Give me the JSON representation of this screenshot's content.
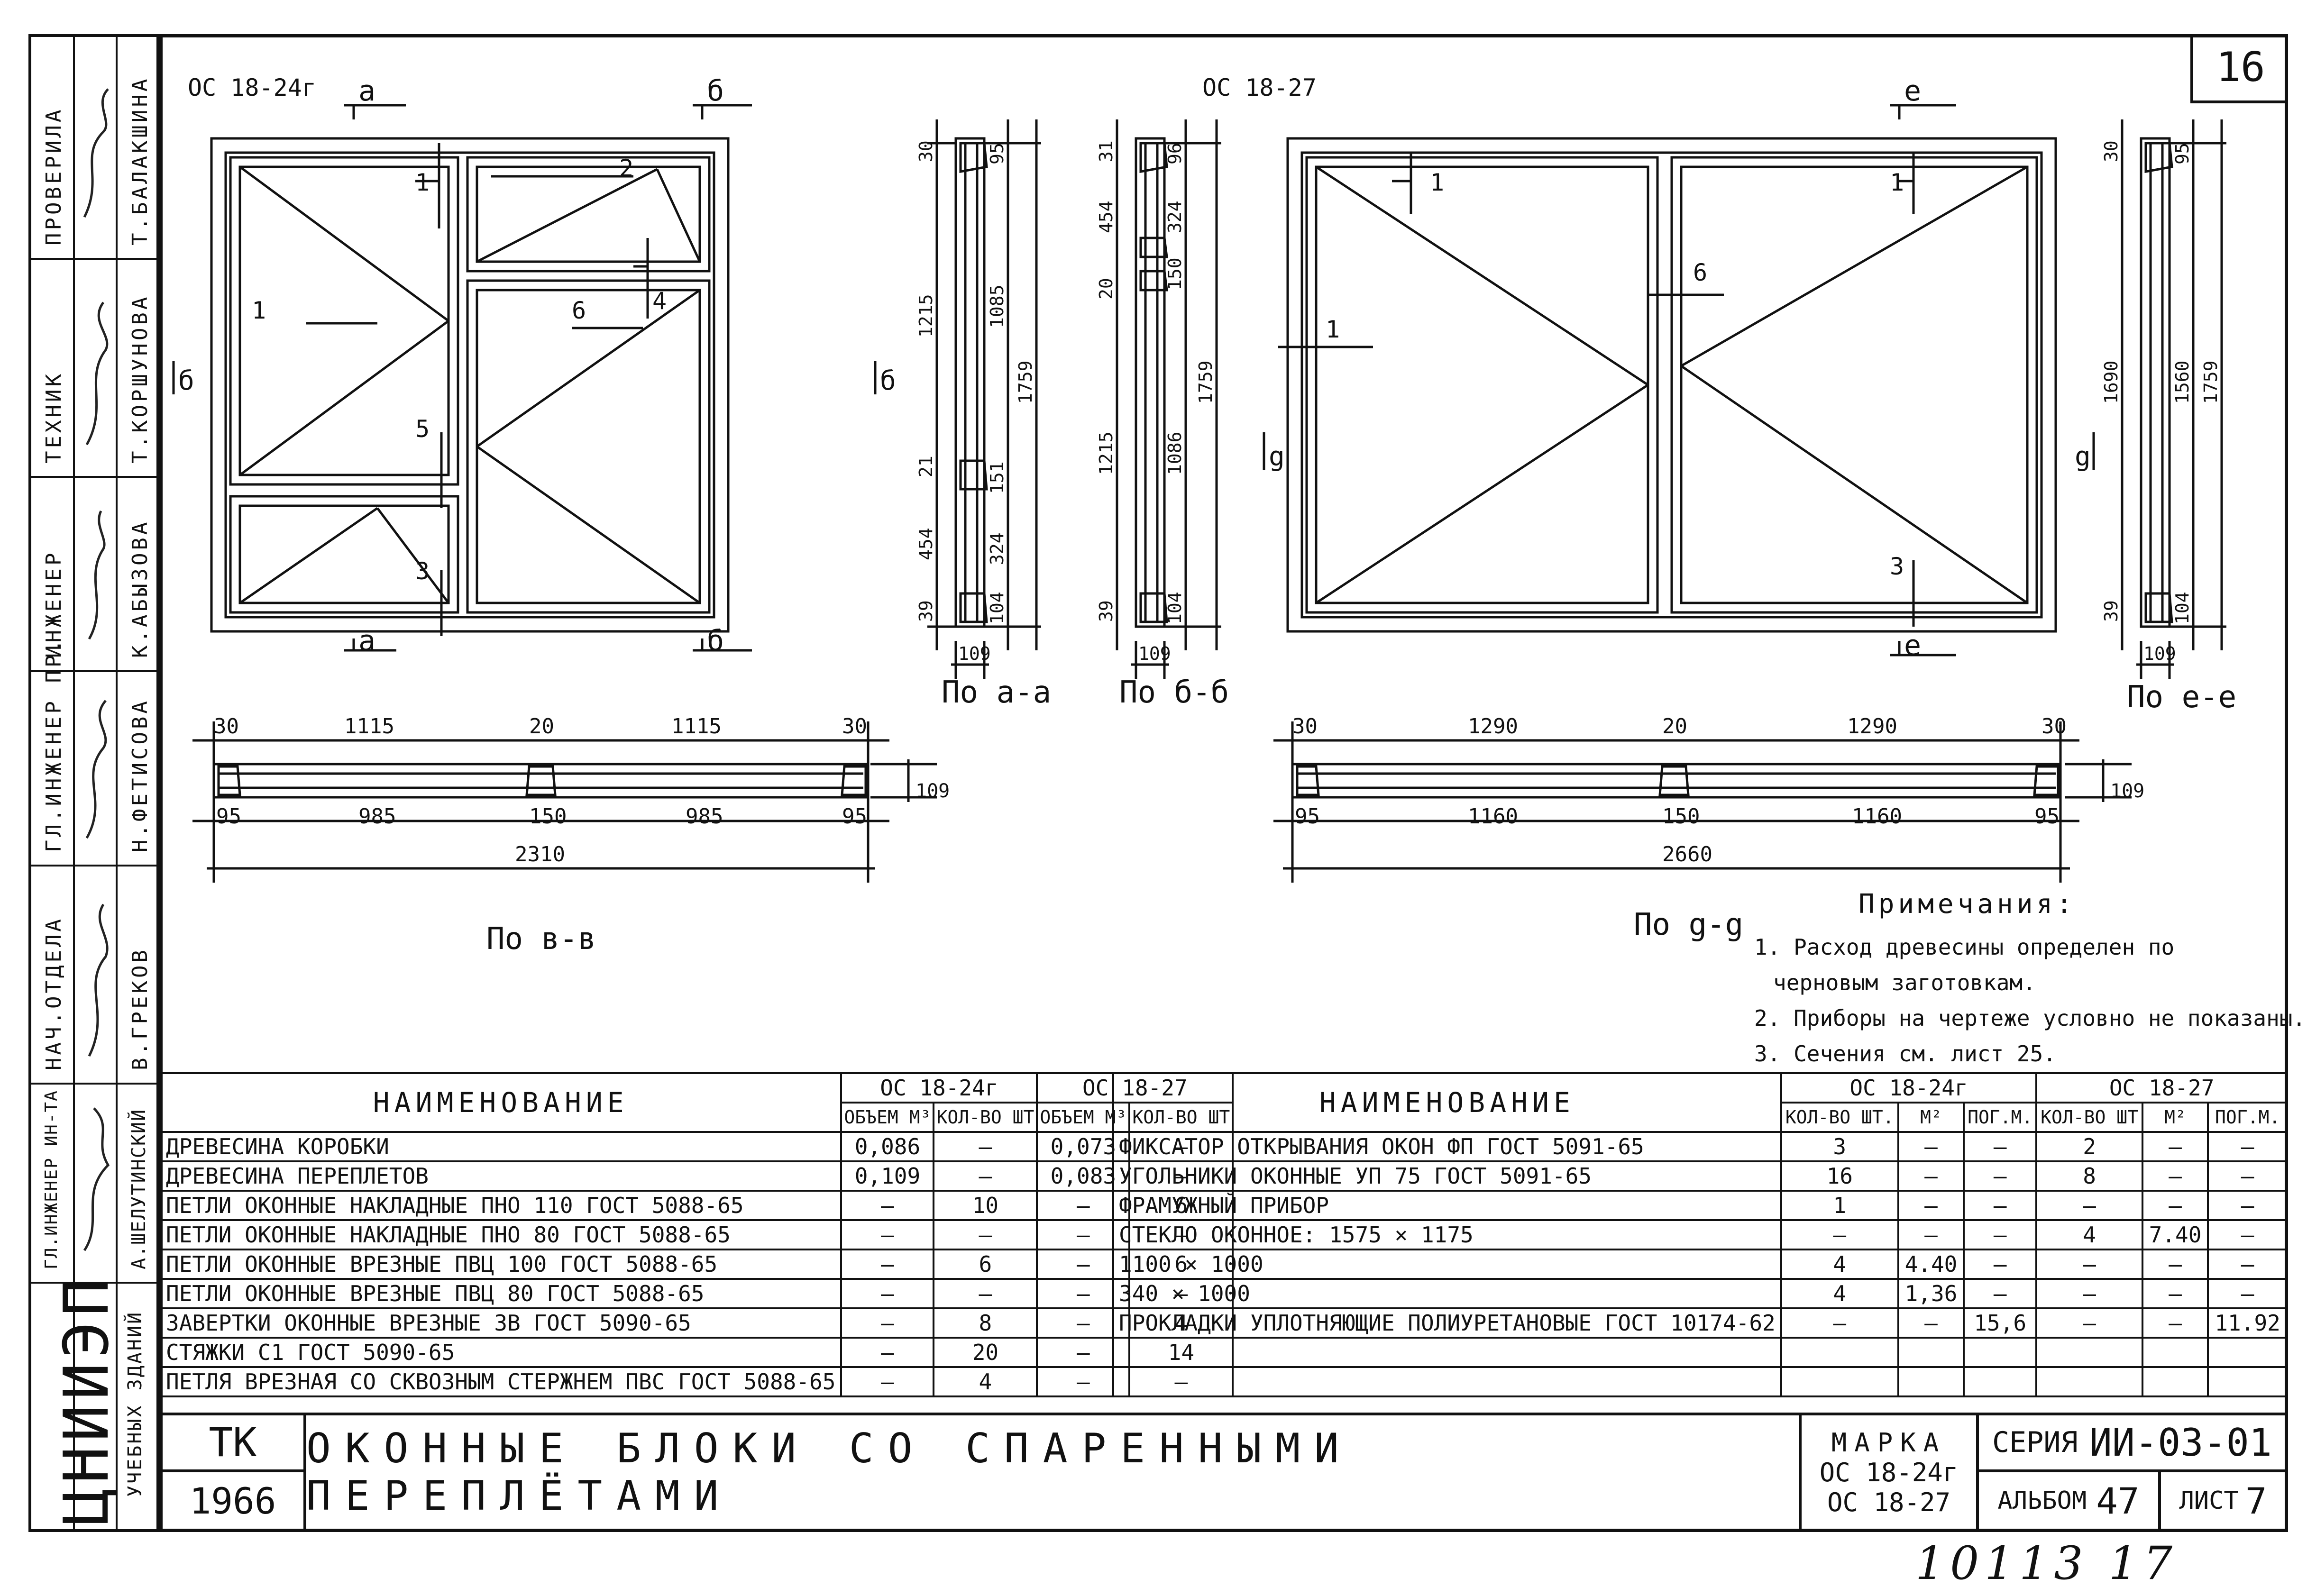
{
  "sheet_number": "16",
  "handwritten_number": "10113 17",
  "stamp": {
    "rows": [
      {
        "role": "ПРОВЕРИЛА",
        "name": "Т.БАЛАКШИНА"
      },
      {
        "role": "ТЕХНИК",
        "name": "Т.КОРШУНОВА"
      },
      {
        "role": "ИНЖЕНЕР",
        "name": "К.АБЫЗОВА"
      },
      {
        "role": "ГЛ.ИНЖЕНЕР ПР.",
        "name": "Н.ФЕТИСОВА"
      },
      {
        "role": "НАЧ.ОТДЕЛА",
        "name": "В.ГРЕКОВ"
      },
      {
        "role": "ГЛ.ИНЖЕНЕР ИН-ТА",
        "name": "А.ШЕЛУТИНСКИЙ"
      }
    ],
    "org": "ЦНИИЭП",
    "org_sub": "УЧЕБНЫХ ЗДАНИЙ"
  },
  "drawings": {
    "left_title": "ОС 18-24г",
    "right_title": "ОС 18-27",
    "sec_aa": "По а-а",
    "sec_bb": "По б-б",
    "sec_vv": "По в-в",
    "sec_gg": "По g-g",
    "sec_ee": "По е-е",
    "cut_a": "а",
    "cut_b": "б",
    "cut_e": "е",
    "cut_g": "g",
    "num": [
      "1",
      "2",
      "3",
      "4",
      "5",
      "6"
    ],
    "left_plan_dims": {
      "top": [
        "30",
        "1115",
        "20",
        "1115",
        "30"
      ],
      "bottom": [
        "95",
        "985",
        "150",
        "985",
        "95"
      ],
      "total": "2310",
      "depth": "109"
    },
    "right_plan_dims": {
      "top": [
        "30",
        "1290",
        "20",
        "1290",
        "30"
      ],
      "bottom": [
        "95",
        "1160",
        "150",
        "1160",
        "95"
      ],
      "total": "2660",
      "depth": "109"
    },
    "aa_dims": [
      "30",
      "1215",
      "21",
      "454",
      "39",
      "95",
      "1085",
      "1759",
      "151",
      "324",
      "104",
      "109"
    ],
    "bb_dims": [
      "31",
      "454",
      "20",
      "1215",
      "39",
      "96",
      "324",
      "150",
      "1086",
      "1759",
      "104",
      "109"
    ],
    "ee_dims": [
      "30",
      "1690",
      "39",
      "95",
      "1560",
      "1759",
      "104",
      "109"
    ]
  },
  "notes": {
    "title": "Примечания:",
    "items": [
      "1. Расход древесины определен по",
      "черновым заготовкам.",
      "2. Приборы на чертеже условно не показаны.",
      "3. Сечения см. лист 25."
    ]
  },
  "table_left": {
    "head": "НАИМЕНОВАНИЕ",
    "g1": "ОС 18-24г",
    "g2": "ОС 18-27",
    "sub": [
      "ОБЪЕМ М³",
      "КОЛ-ВО ШТ",
      "ОБЪЕМ М³",
      "КОЛ-ВО ШТ"
    ],
    "rows": [
      [
        "ДРЕВЕСИНА КОРОБКИ",
        "0,086",
        "—",
        "0,073",
        "—"
      ],
      [
        "ДРЕВЕСИНА ПЕРЕПЛЕТОВ",
        "0,109",
        "—",
        "0,083",
        "—"
      ],
      [
        "ПЕТЛИ ОКОННЫЕ НАКЛАДНЫЕ ПНО 110 ГОСТ 5088-65",
        "—",
        "10",
        "—",
        "6"
      ],
      [
        "ПЕТЛИ ОКОННЫЕ НАКЛАДНЫЕ ПНО 80 ГОСТ 5088-65",
        "—",
        "—",
        "—",
        "—"
      ],
      [
        "ПЕТЛИ ОКОННЫЕ ВРЕЗНЫЕ   ПВЦ 100 ГОСТ 5088-65",
        "—",
        "6",
        "—",
        "6"
      ],
      [
        "ПЕТЛИ ОКОННЫЕ ВРЕЗНЫЕ   ПВЦ 80 ГОСТ 5088-65",
        "—",
        "—",
        "—",
        "—"
      ],
      [
        "ЗАВЕРТКИ ОКОННЫЕ ВРЕЗНЫЕ ЗВ   ГОСТ 5090-65",
        "—",
        "8",
        "—",
        "4"
      ],
      [
        "СТЯЖКИ                  С1   ГОСТ 5090-65",
        "—",
        "20",
        "—",
        "14"
      ],
      [
        "ПЕТЛЯ ВРЕЗНАЯ СО СКВОЗНЫМ СТЕРЖНЕМ ПВС ГОСТ 5088-65",
        "—",
        "4",
        "—",
        "—"
      ]
    ]
  },
  "table_right": {
    "head": "НАИМЕНОВАНИЕ",
    "g1": "ОС 18-24г",
    "g2": "ОС 18-27",
    "sub": [
      "КОЛ-ВО ШТ.",
      "М²",
      "ПОГ.М.",
      "КОЛ-ВО ШТ",
      "М²",
      "ПОГ.М."
    ],
    "rows": [
      [
        "ФИКСАТОР ОТКРЫВАНИЯ ОКОН ФП ГОСТ 5091-65",
        "3",
        "—",
        "—",
        "2",
        "—",
        "—"
      ],
      [
        "УГОЛЬНИКИ ОКОННЫЕ     УП 75  ГОСТ 5091-65",
        "16",
        "—",
        "—",
        "8",
        "—",
        "—"
      ],
      [
        "ФРАМУЖНЫЙ ПРИБОР",
        "1",
        "—",
        "—",
        "—",
        "—",
        "—"
      ],
      [
        "СТЕКЛО ОКОННОЕ:          1575 × 1175",
        "—",
        "—",
        "—",
        "4",
        "7.40",
        "—"
      ],
      [
        "                         1100 × 1000",
        "4",
        "4.40",
        "—",
        "—",
        "—",
        "—"
      ],
      [
        "                          340 × 1000",
        "4",
        "1,36",
        "—",
        "—",
        "—",
        "—"
      ],
      [
        "ПРОКЛАДКИ УПЛОТНЯЮЩИЕ ПОЛИУРЕТАНОВЫЕ ГОСТ 10174-62",
        "—",
        "—",
        "15,6",
        "—",
        "—",
        "11.92"
      ],
      [
        "",
        "",
        "",
        "",
        "",
        "",
        ""
      ],
      [
        "",
        "",
        "",
        "",
        "",
        "",
        ""
      ]
    ]
  },
  "title_block": {
    "tk": "ТК",
    "year": "1966",
    "title": "ОКОННЫЕ БЛОКИ СО СПАРЕННЫМИ ПЕРЕПЛЁТАМИ",
    "marka_label": "МАРКА",
    "marka_1": "ОС 18-24г",
    "marka_2": "ОС 18-27",
    "series_label": "СЕРИЯ",
    "series": "ИИ-03-01",
    "album_label": "АЛЬБОМ",
    "album": "47",
    "sheet_label": "ЛИСТ",
    "sheet": "7"
  }
}
